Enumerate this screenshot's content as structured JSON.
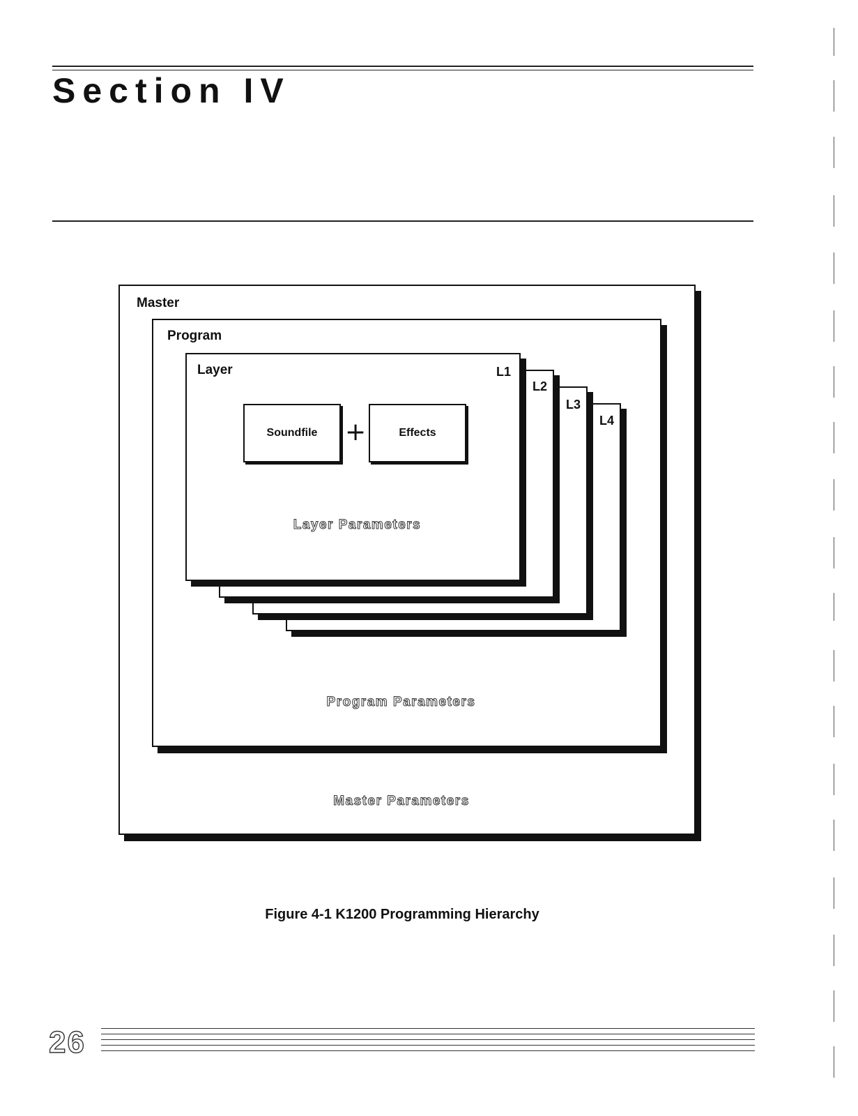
{
  "header": {
    "section_title": "Section IV"
  },
  "diagram": {
    "master_label": "Master",
    "program_label": "Program",
    "layer_label": "Layer",
    "layer_tags": [
      "L1",
      "L2",
      "L3",
      "L4"
    ],
    "soundfile_label": "Soundfile",
    "plus_symbol": "+",
    "effects_label": "Effects",
    "layer_parameters": "Layer Parameters",
    "program_parameters": "Program Parameters",
    "master_parameters": "Master Parameters"
  },
  "caption": "Figure 4-1 K1200 Programming Hierarchy",
  "footer": {
    "page_number": "26"
  }
}
